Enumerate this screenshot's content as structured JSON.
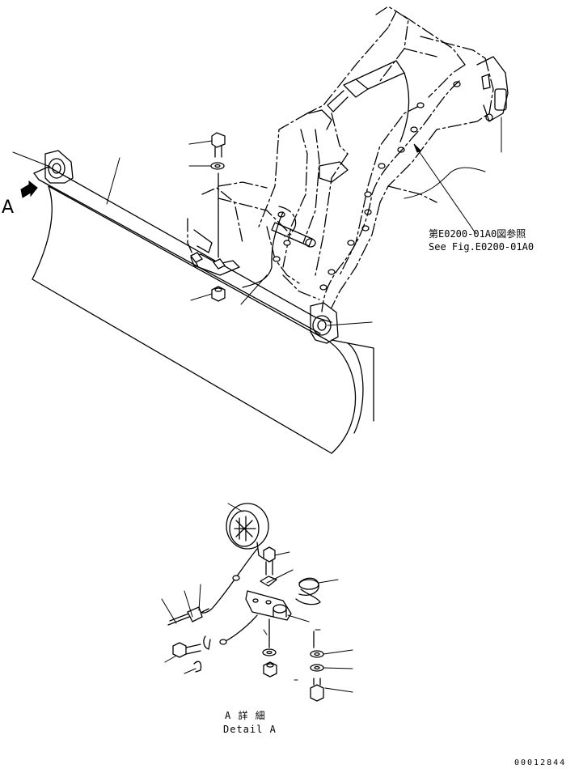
{
  "view_label": "A",
  "reference": {
    "line1": "第E0200-01A0図参照",
    "line2": "See Fig.E0200-01A0"
  },
  "detail": {
    "line1": "A 詳 細",
    "line2": "Detail A"
  },
  "drawing_code": "00012844"
}
